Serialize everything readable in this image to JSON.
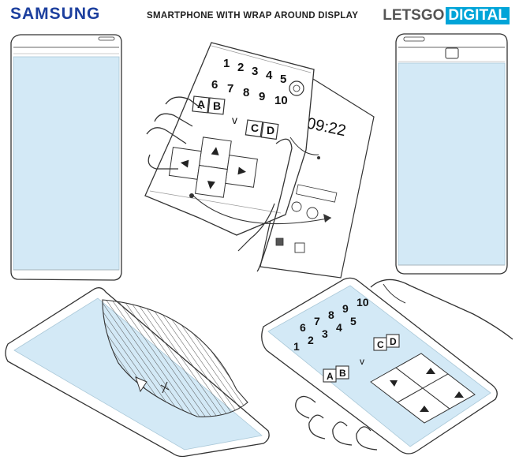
{
  "header": {
    "brand_left": "SAMSUNG",
    "title": "SMARTPHONE WITH WRAP AROUND DISPLAY",
    "brand_right_a": "LETSGO",
    "brand_right_b": "DIGITAL"
  },
  "top_center": {
    "keypad_row1": [
      "1",
      "2",
      "3",
      "4",
      "5"
    ],
    "keypad_row2": [
      "6",
      "7",
      "8",
      "9",
      "10"
    ],
    "keys_left": [
      "A",
      "B"
    ],
    "keys_right": [
      "C",
      "D"
    ],
    "chevron": "v",
    "clock": "09:22"
  },
  "bottom_right": {
    "keypad_row1": [
      "6",
      "7",
      "8",
      "9",
      "10"
    ],
    "keypad_row2": [
      "1",
      "2",
      "3",
      "4",
      "5"
    ],
    "keys_left": [
      "A",
      "B"
    ],
    "keys_right": [
      "C",
      "D"
    ],
    "chevron": "v"
  },
  "colors": {
    "screen": "#d3e9f6",
    "screen_edge": "#b9dcef",
    "line": "#333333",
    "brand_blue": "#1c3f9e",
    "digital_blue": "#00a4d8"
  }
}
